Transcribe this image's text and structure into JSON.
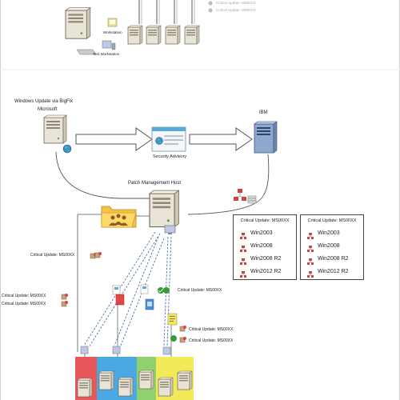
{
  "top": {
    "grey_update_1": "Critical Update:  MS00XX",
    "grey_update_2": "Critical Update:  MS00XX",
    "icon_label_small": "Workstation",
    "icon_label_sub": "Test Workstation"
  },
  "source": {
    "title_line1": "Windows Update via BigFix",
    "title_line2": "Microsoft"
  },
  "advisory_label": "Security Advisory",
  "ibm_label": "IBM",
  "host_label": "Patch Management Host",
  "os_boxes": [
    {
      "header": "Critical Update:  MS00XX",
      "items": [
        "Win2003",
        "Win2008",
        "Win2008 R2",
        "Win2012 R2"
      ]
    },
    {
      "header": "Critical Update:  MS00XX",
      "items": [
        "Win2003",
        "Win2008",
        "Win2008 R2",
        "Win2012 R2"
      ]
    }
  ],
  "updates": {
    "left_mid": "Critical Update:  MS00XX",
    "left_a": "Critical Update:  MS00XX",
    "left_b": "Critical Update:  MS00XX",
    "mid": "Critical Update:  MS00XX",
    "right_a": "Critical Update:  MS00XX",
    "right_b": "Critical Update:  MS00XX"
  },
  "colors": {
    "server_body": "#e9e4d8",
    "arrow_fill": "#ffffff",
    "arrow_stroke": "#555555",
    "dashed_path": "#4a6fb0",
    "folder": "#f5c344",
    "zone_red": "#e8585a",
    "zone_blue": "#4aa8e2",
    "zone_green": "#8fd16c",
    "zone_yellow": "#f2ea57"
  },
  "icons": [
    "server-icon",
    "globe-icon",
    "computer-icon",
    "folder-icon",
    "network-users-icon",
    "os-group-icon",
    "patch-package-icon",
    "shield-icon",
    "log-file-icon",
    "chart-file-icon"
  ]
}
